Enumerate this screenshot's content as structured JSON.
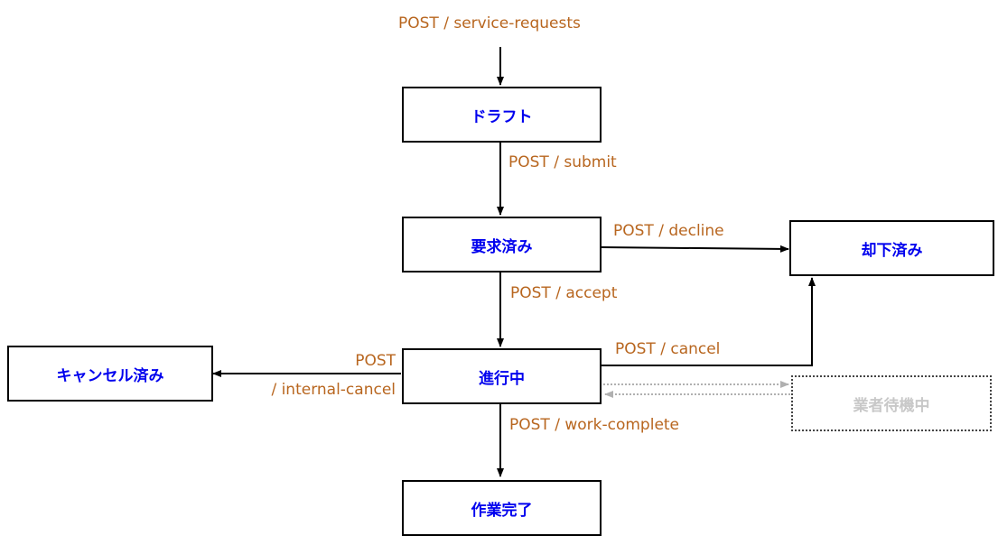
{
  "colors": {
    "state_text": "#0000ee",
    "transition_text": "#b8661f",
    "inactive_text": "#c8c8c8",
    "edge": "#000000",
    "inactive_edge": "#b0b0b0"
  },
  "states": {
    "draft": "ドラフト",
    "requested": "要求済み",
    "declined": "却下済み",
    "cancelled": "キャンセル済み",
    "in_progress": "進行中",
    "vendor_waiting": "業者待機中",
    "work_complete": "作業完了"
  },
  "transitions": {
    "create": "POST / service-requests",
    "submit": "POST / submit",
    "decline": "POST / decline",
    "accept": "POST / accept",
    "cancel": "POST / cancel",
    "internal_cancel_line1": "POST",
    "internal_cancel_line2": "/ internal-cancel",
    "work_complete": "POST / work-complete"
  }
}
